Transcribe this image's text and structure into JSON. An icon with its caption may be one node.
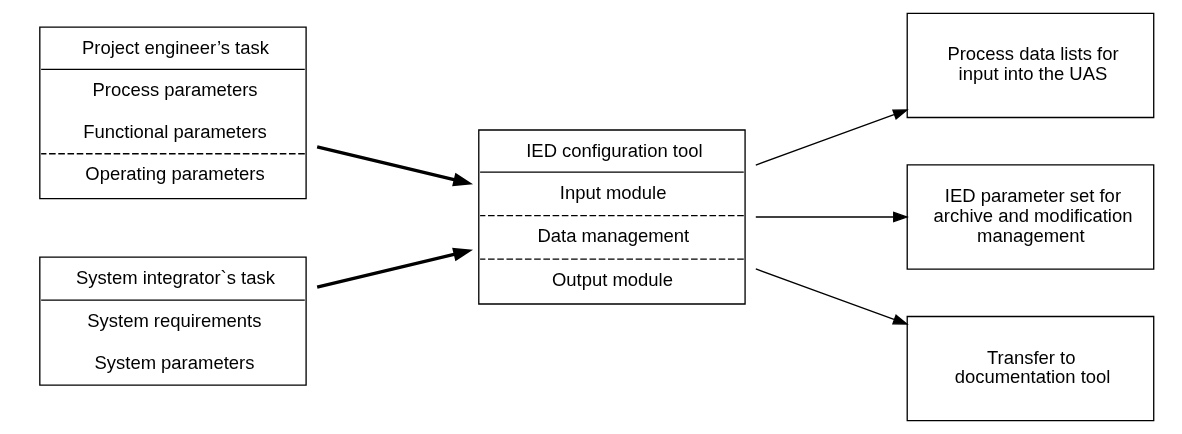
{
  "diagram": {
    "nodes": [
      {
        "text": [
          "Project engineer’s task",
          "Process parameters",
          "Functional parameters",
          "Operating parameters"
        ]
      },
      {
        "text": [
          "System integrator`s task",
          "System requirements",
          "System parameters"
        ]
      },
      {
        "text": [
          "IED configuration tool",
          "Input module",
          "Data management",
          "Output module"
        ]
      },
      {
        "text": [
          "Process data lists for input into the UAS"
        ]
      },
      {
        "text": [
          "IED parameter set for archive and modification management"
        ]
      },
      {
        "text": [
          "Transfer to documentation tool"
        ]
      }
    ],
    "edges": [
      {
        "from": 0,
        "to": 2,
        "arrow": "to",
        "style": "thick"
      },
      {
        "from": 1,
        "to": 2,
        "arrow": "to",
        "style": "thick"
      },
      {
        "from": 2,
        "to": 3,
        "arrow": "to"
      },
      {
        "from": 2,
        "to": 4,
        "arrow": "to"
      },
      {
        "from": 2,
        "to": 5,
        "arrow": "to"
      }
    ]
  }
}
